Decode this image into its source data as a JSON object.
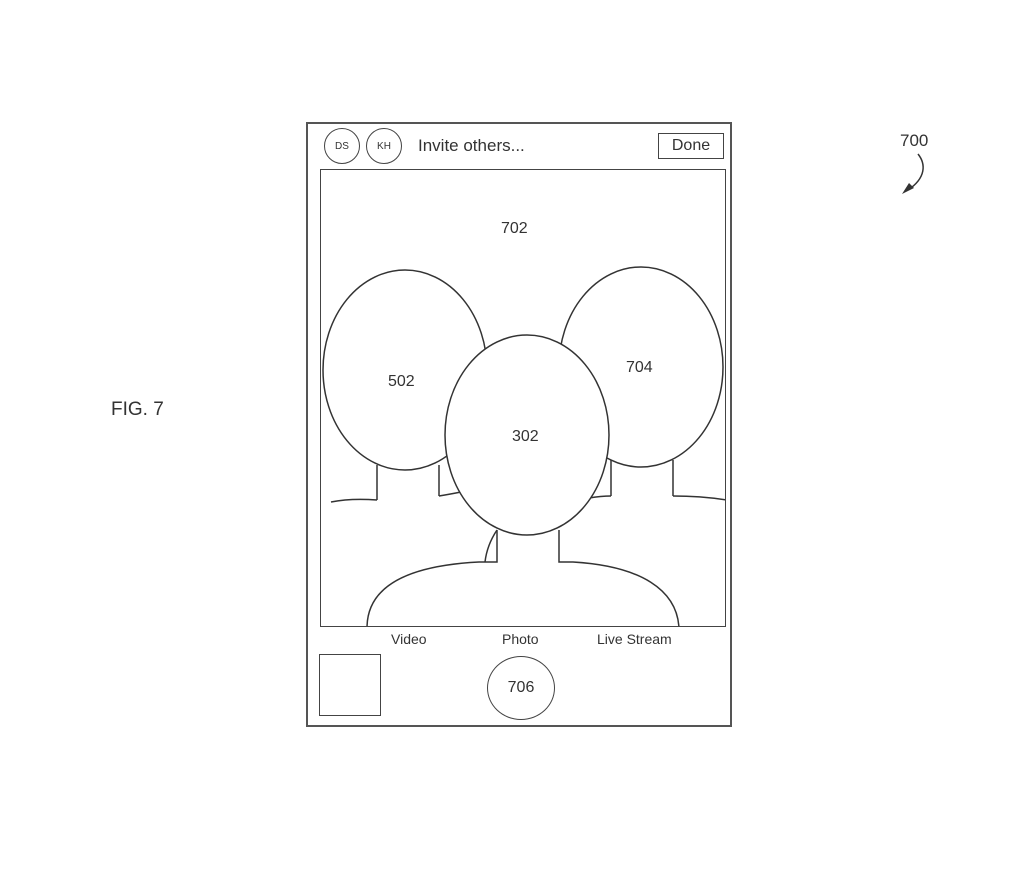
{
  "figure": {
    "label": "FIG. 7",
    "reference": "700"
  },
  "header": {
    "avatars": [
      "DS",
      "KH"
    ],
    "invite_text": "Invite others...",
    "done_label": "Done"
  },
  "viewfinder": {
    "label": "702",
    "people": [
      {
        "label": "502"
      },
      {
        "label": "704"
      },
      {
        "label": "302"
      }
    ]
  },
  "modes": [
    "Video",
    "Photo",
    "Live Stream"
  ],
  "shutter": {
    "label": "706"
  }
}
